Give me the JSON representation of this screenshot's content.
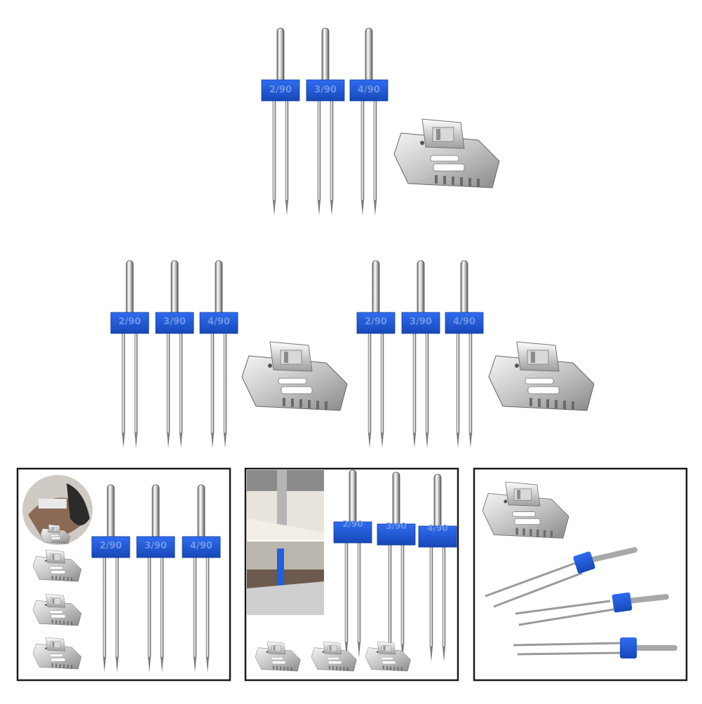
{
  "needle_sizes": [
    "2/90",
    "3/90",
    "4/90"
  ],
  "colors": {
    "needle_collar": "#1f5fe0",
    "needle_collar_dark": "#1748b8",
    "steel_light": "#f2f2f2",
    "steel_mid": "#b8b8b8",
    "steel_dark": "#6e6e6e",
    "panel_border": "#1a1a1a"
  },
  "product_groups": [
    {
      "name": "top-set"
    },
    {
      "name": "middle-left-set"
    },
    {
      "name": "middle-right-set"
    }
  ],
  "panels": [
    {
      "name": "panel-with-sewing-photo-and-feet"
    },
    {
      "name": "panel-with-machine-photo-and-feet"
    },
    {
      "name": "panel-with-angled-needles"
    }
  ]
}
